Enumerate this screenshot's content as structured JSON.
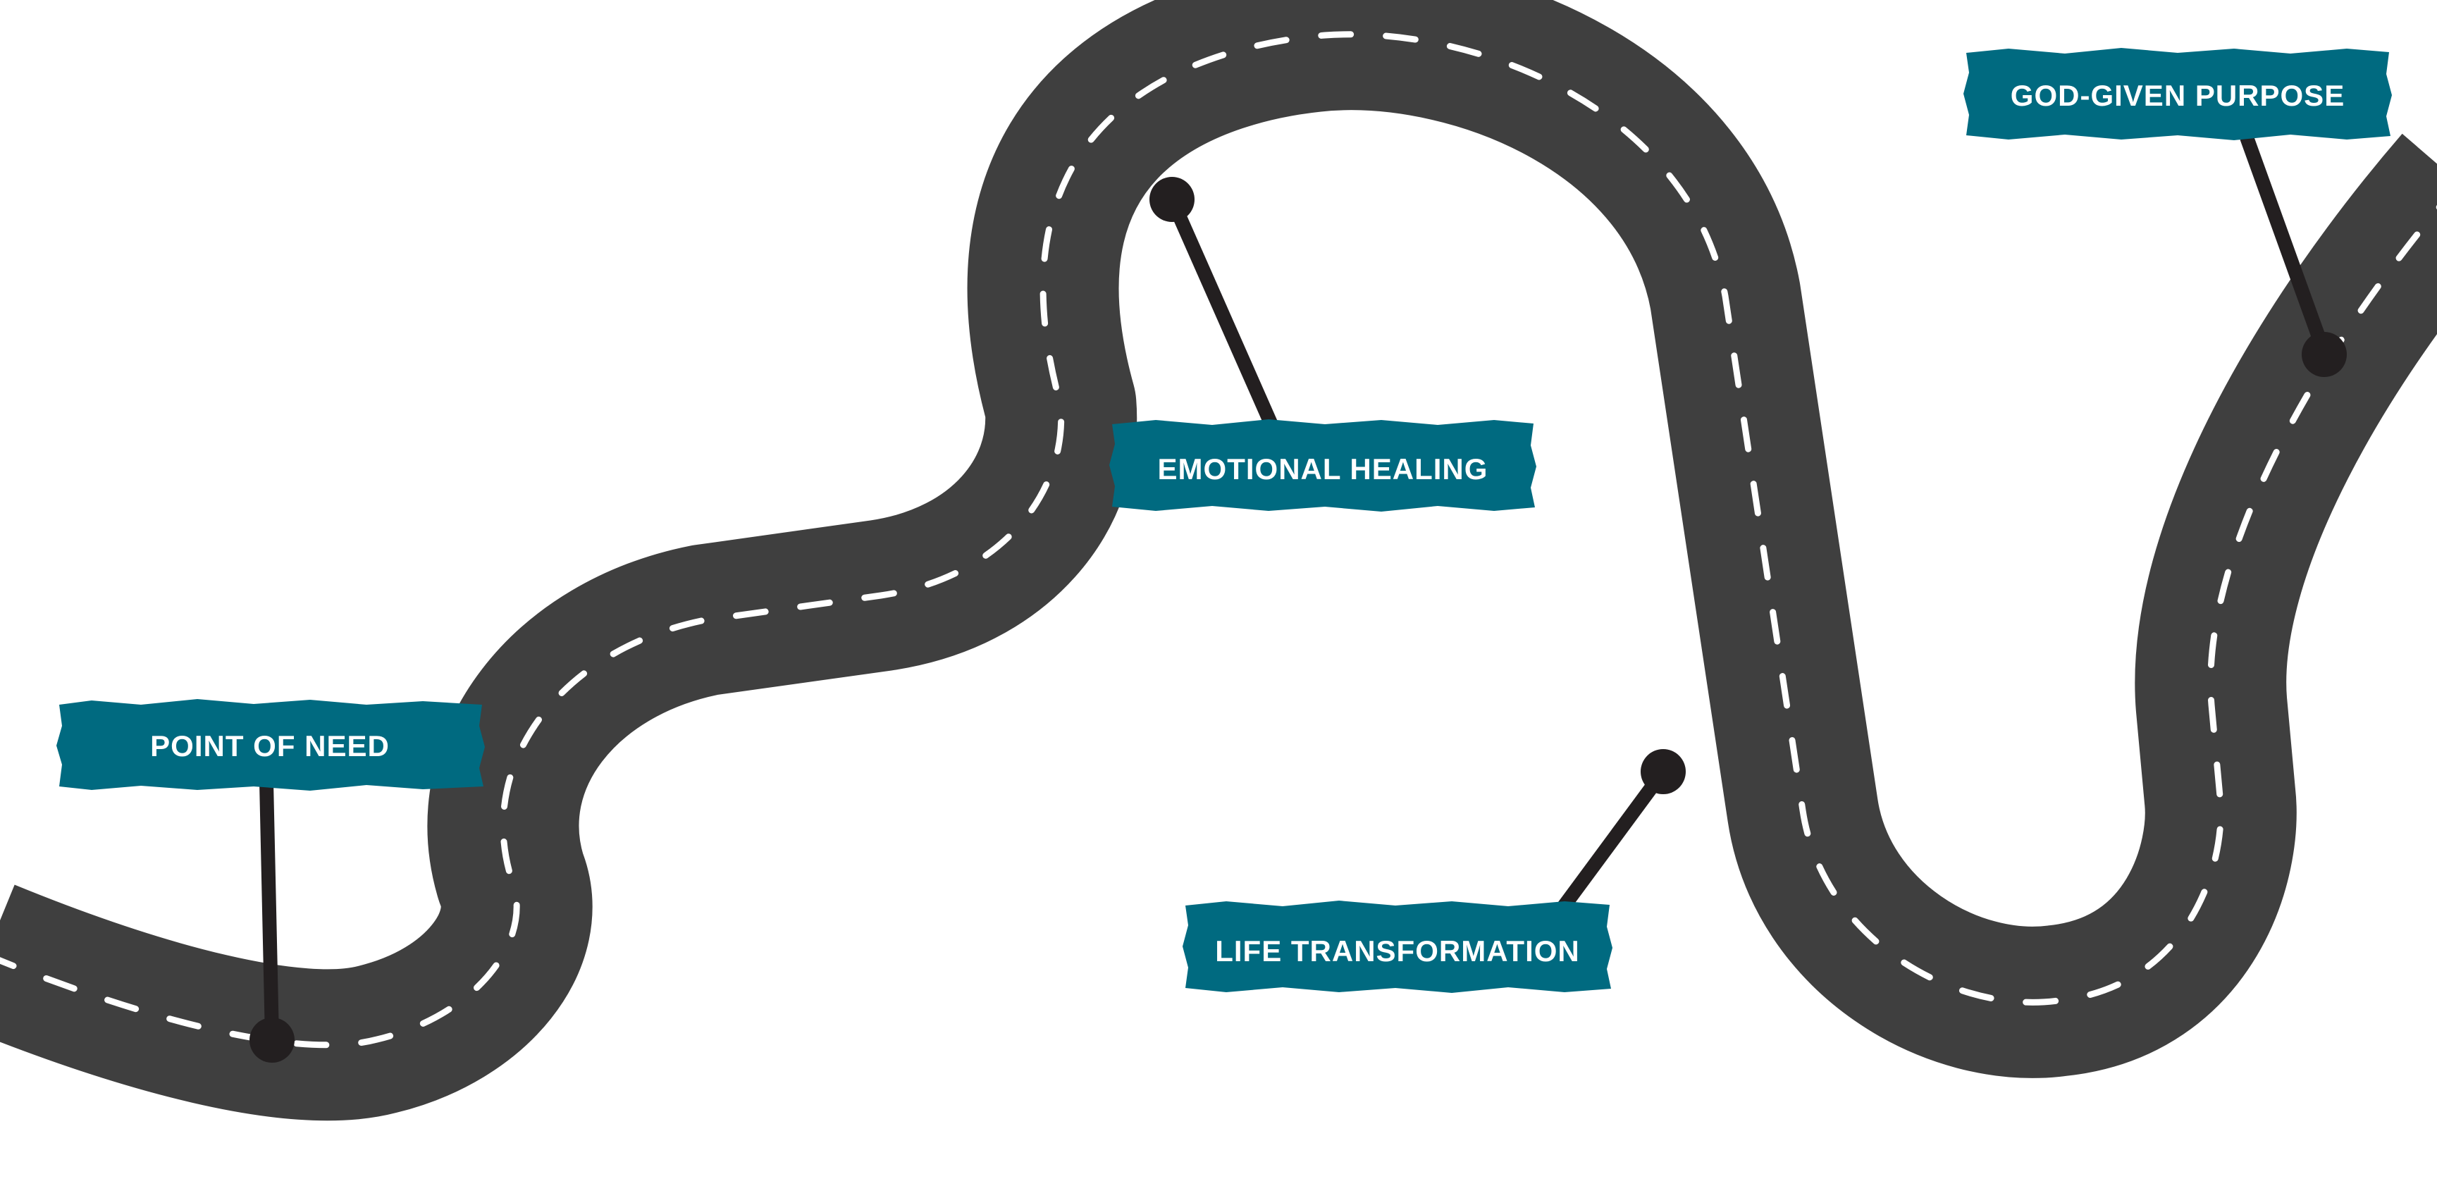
{
  "colors": {
    "road": "#3f3f3f",
    "lane_marking": "#ffffff",
    "label_background": "#006a80",
    "label_text": "#ffffff",
    "pin": "#231f20"
  },
  "milestones": [
    {
      "id": "point-of-need",
      "label": "POINT OF NEED"
    },
    {
      "id": "emotional-healing",
      "label": "EMOTIONAL HEALING"
    },
    {
      "id": "life-transformation",
      "label": "LIFE TRANSFORMATION"
    },
    {
      "id": "god-given-purpose",
      "label": "GOD-GIVEN PURPOSE"
    }
  ]
}
